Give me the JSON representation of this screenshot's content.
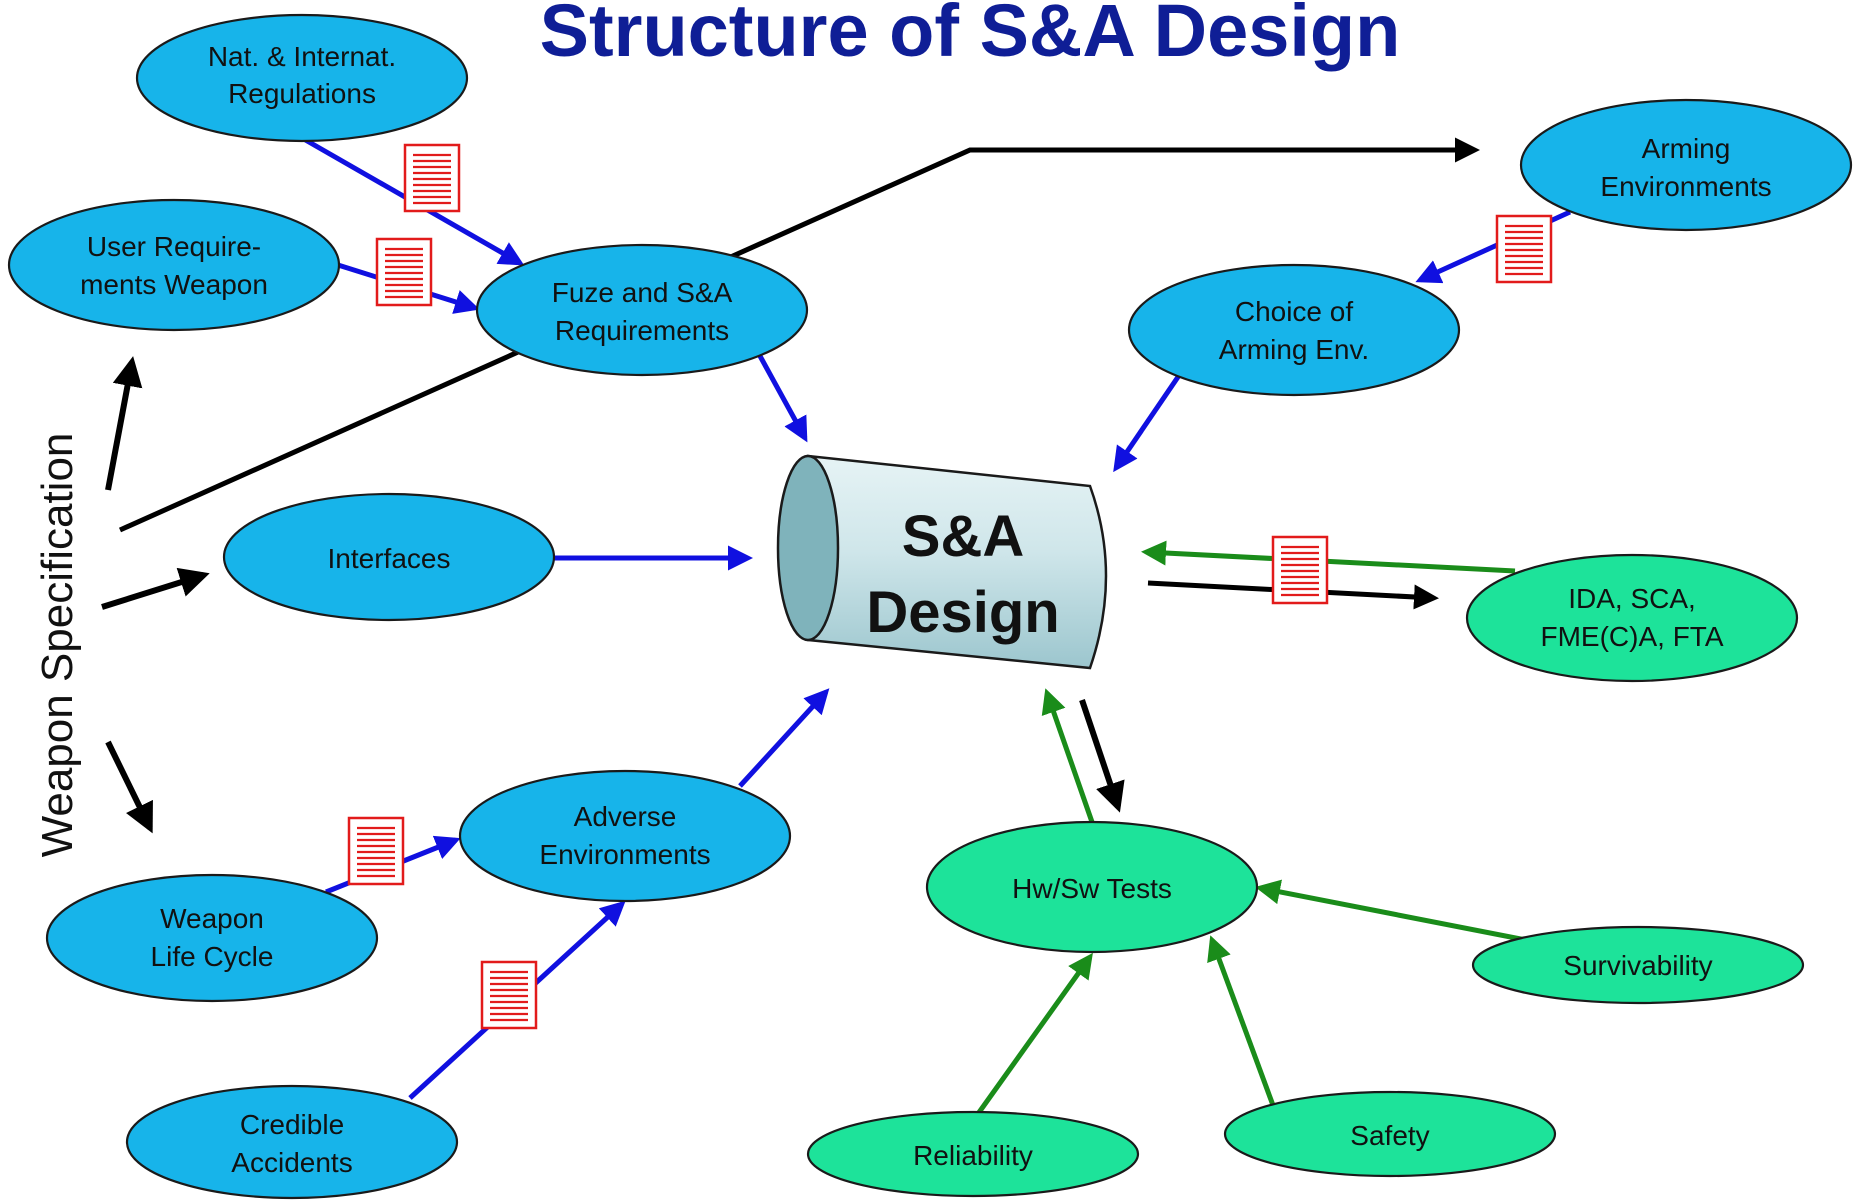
{
  "title": "Structure of S&A Design",
  "side_label": "Weapon Specification",
  "center": {
    "line1": "S&A",
    "line2": "Design"
  },
  "nodes": {
    "nat_regulations": {
      "line1": "Nat. & Internat.",
      "line2": "Regulations"
    },
    "user_requirements": {
      "line1": "User Require-",
      "line2": "ments Weapon"
    },
    "fuze_requirements": {
      "line1": "Fuze and S&A",
      "line2": "Requirements"
    },
    "arming_environments": {
      "line1": "Arming",
      "line2": "Environments"
    },
    "choice_arming": {
      "line1": "Choice of",
      "line2": "Arming Env."
    },
    "interfaces": {
      "line1": "Interfaces"
    },
    "ida_sca": {
      "line1": "IDA, SCA,",
      "line2": "FME(C)A, FTA"
    },
    "adverse_environments": {
      "line1": "Adverse",
      "line2": "Environments"
    },
    "weapon_life_cycle": {
      "line1": "Weapon",
      "line2": "Life Cycle"
    },
    "credible_accidents": {
      "line1": "Credible",
      "line2": "Accidents"
    },
    "hw_sw_tests": {
      "line1": "Hw/Sw Tests"
    },
    "survivability": {
      "line1": "Survivability"
    },
    "reliability": {
      "line1": "Reliability"
    },
    "safety": {
      "line1": "Safety"
    }
  },
  "colors": {
    "title": "#0f1e96",
    "blue_node": "#17b4ea",
    "green_node": "#1de39a",
    "blue_arrow": "#1010e0",
    "green_arrow": "#1a8c1a",
    "black_arrow": "#000000",
    "document_icon": "#e21b1b"
  },
  "icons": [
    "document-icon"
  ]
}
